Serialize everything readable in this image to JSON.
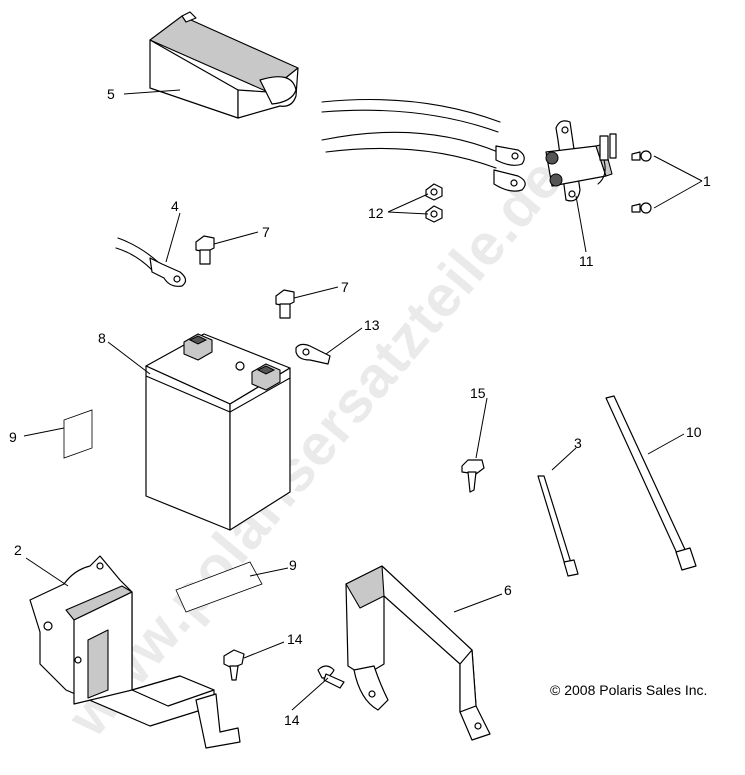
{
  "watermark": "www.polarisersatzteile.de",
  "copyright": "© 2008 Polaris Sales Inc.",
  "callouts": {
    "c1": "1",
    "c2": "2",
    "c3": "3",
    "c4": "4",
    "c5": "5",
    "c6": "6",
    "c7a": "7",
    "c7b": "7",
    "c8": "8",
    "c9a": "9",
    "c9b": "9",
    "c10": "10",
    "c11": "11",
    "c12": "12",
    "c13": "13",
    "c14a": "14",
    "c14b": "14",
    "c15": "15"
  }
}
